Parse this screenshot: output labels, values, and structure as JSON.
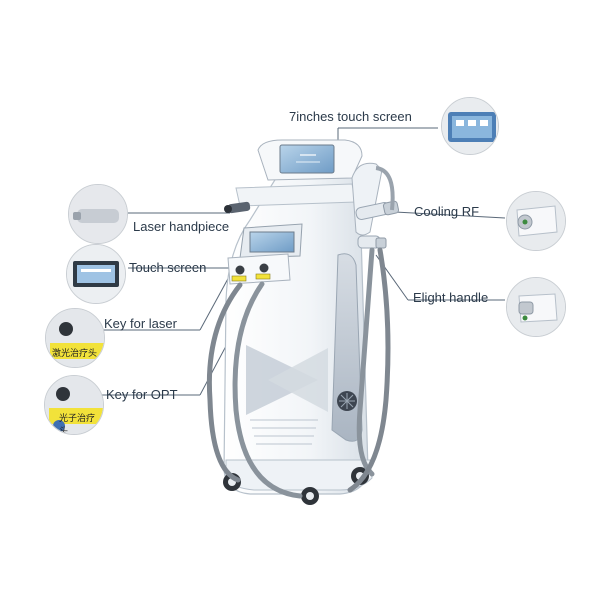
{
  "callouts": {
    "touch_screen_7in": "7inches touch screen",
    "laser_handpiece": "Laser handpiece",
    "touch_screen": "Touch screen",
    "key_for_laser": "Key for laser",
    "key_for_opt": "Key for OPT",
    "cooling_rf": "Cooling RF",
    "elight_handle": "Elight handle"
  },
  "stickers": {
    "laser": "激光治疗头",
    "opt": "光子治疗头"
  },
  "colors": {
    "label_text": "#2b3a4a",
    "leader_line": "#5a6878",
    "sticker_yellow": "#f2e23a",
    "device_white": "#f4f7fa",
    "device_panel": "#c4ccd6",
    "screen_blue": "#8fb6d8"
  },
  "icons": [
    "fan-grille-icon",
    "wheel-icon"
  ]
}
